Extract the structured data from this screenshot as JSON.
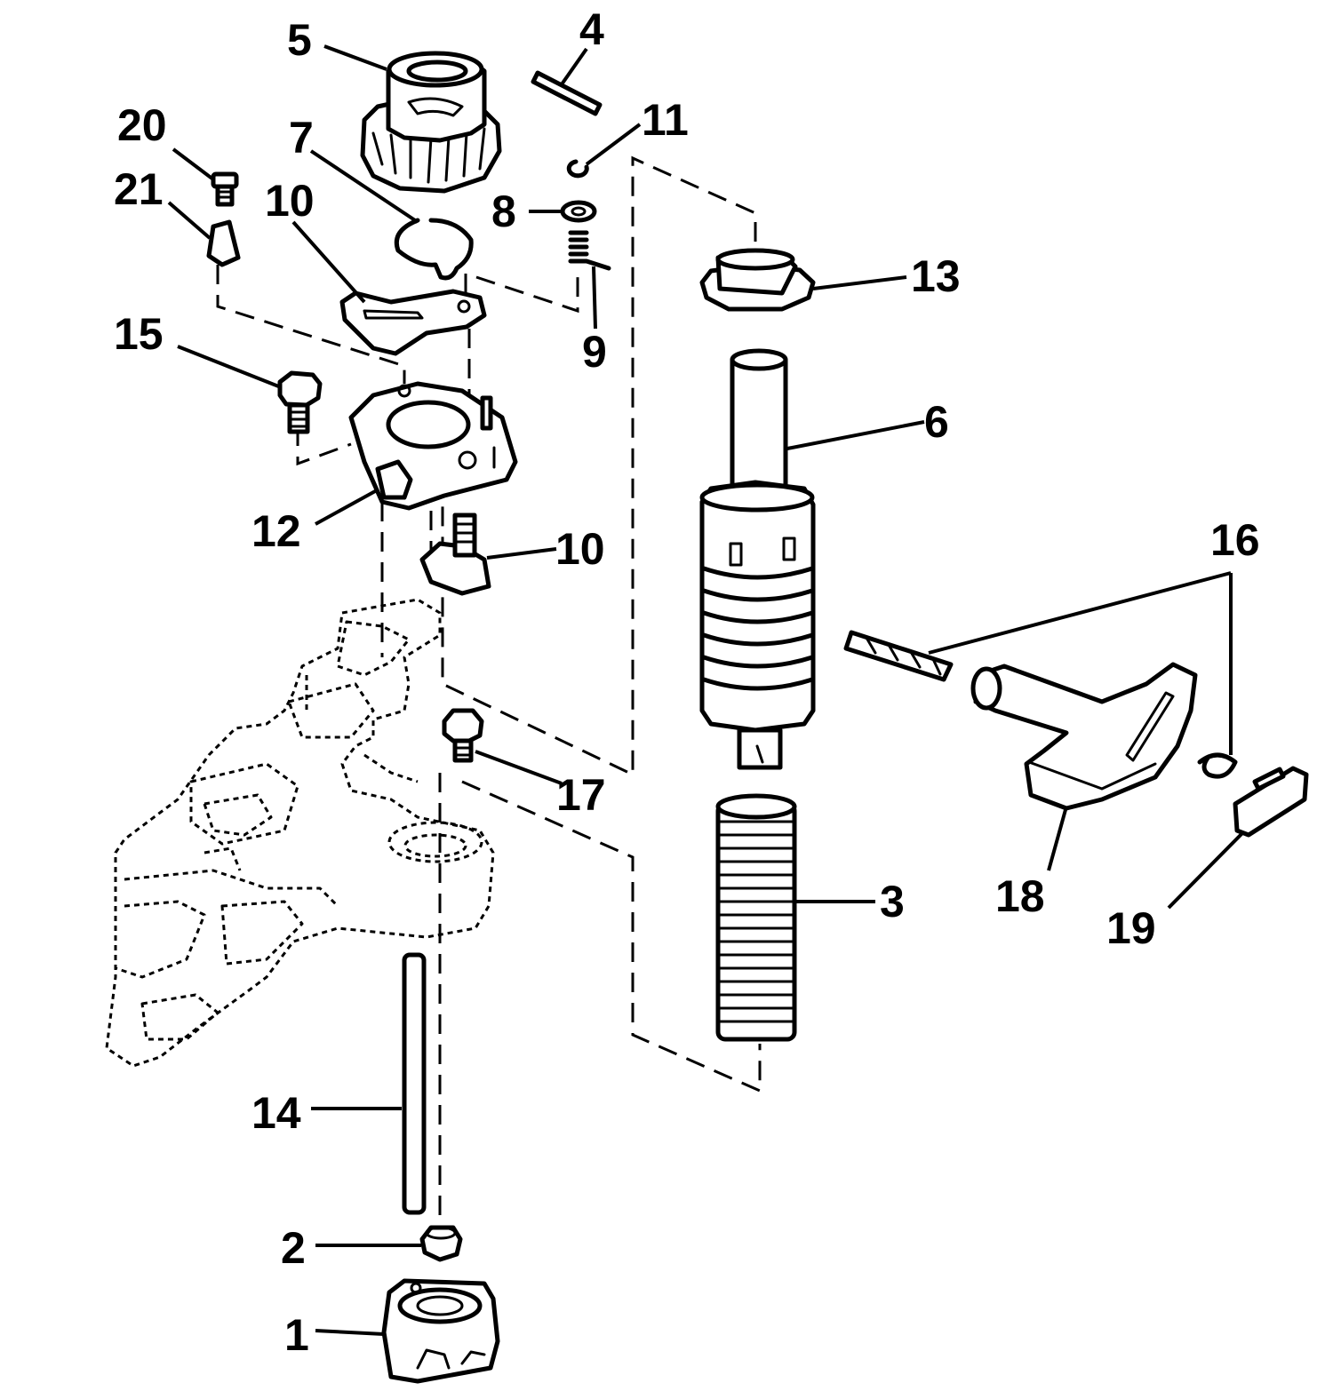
{
  "callouts": [
    {
      "id": "1",
      "label": "1"
    },
    {
      "id": "2",
      "label": "2"
    },
    {
      "id": "3",
      "label": "3"
    },
    {
      "id": "4",
      "label": "4"
    },
    {
      "id": "5",
      "label": "5"
    },
    {
      "id": "6",
      "label": "6"
    },
    {
      "id": "7",
      "label": "7"
    },
    {
      "id": "8",
      "label": "8"
    },
    {
      "id": "9",
      "label": "9"
    },
    {
      "id": "10a",
      "label": "10"
    },
    {
      "id": "10b",
      "label": "10"
    },
    {
      "id": "11",
      "label": "11"
    },
    {
      "id": "12",
      "label": "12"
    },
    {
      "id": "13",
      "label": "13"
    },
    {
      "id": "14",
      "label": "14"
    },
    {
      "id": "15",
      "label": "15"
    },
    {
      "id": "16",
      "label": "16"
    },
    {
      "id": "17",
      "label": "17"
    },
    {
      "id": "18",
      "label": "18"
    },
    {
      "id": "19",
      "label": "19"
    },
    {
      "id": "20",
      "label": "20"
    },
    {
      "id": "21",
      "label": "21"
    }
  ]
}
